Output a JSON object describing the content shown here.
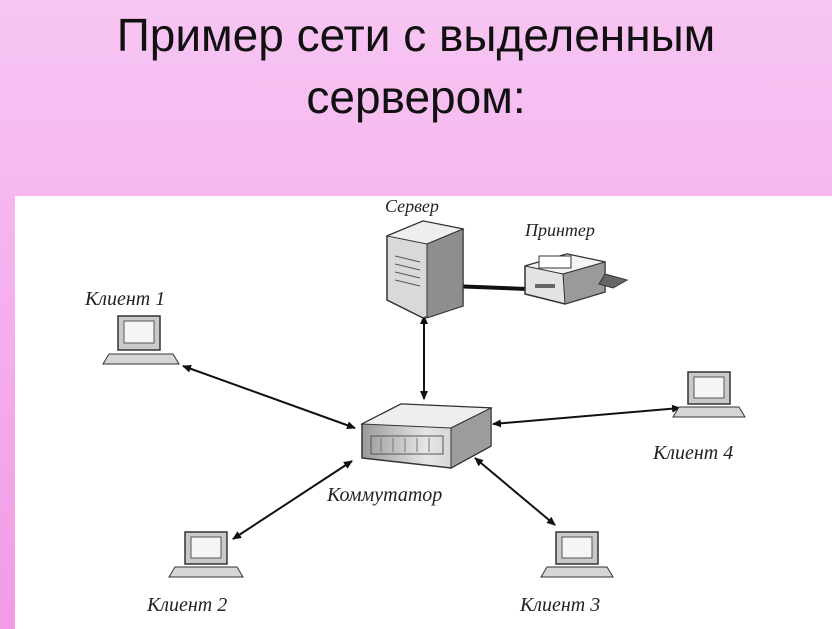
{
  "slide": {
    "title_line1": "Пример сети с выделенным",
    "title_line2": "сервером:"
  },
  "diagram": {
    "server": "Сервер",
    "printer": "Принтер",
    "switch": "Коммутатор",
    "client1": "Клиент 1",
    "client2": "Клиент 2",
    "client3": "Клиент 3",
    "client4": "Клиент 4"
  }
}
